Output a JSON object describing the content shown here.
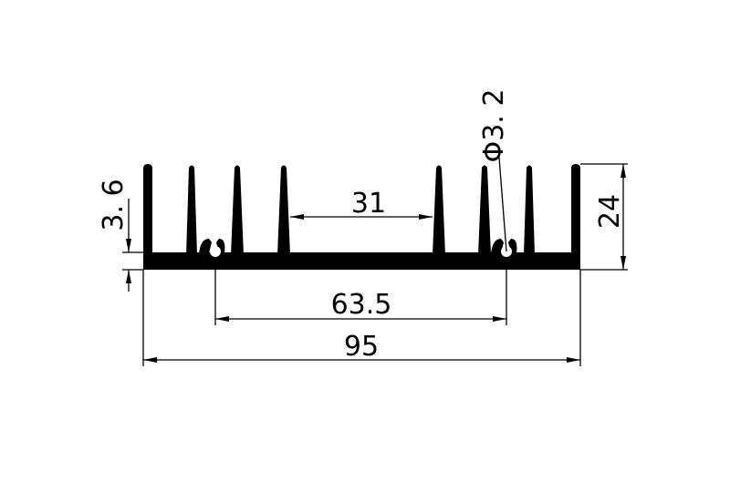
{
  "drawing": {
    "type": "heatsink-profile-cross-section",
    "fill_color": "#000000",
    "background": "#ffffff",
    "fin_count": 8,
    "hole_count": 2
  },
  "dimensions": {
    "overall_width": "95",
    "hole_spacing": "63.5",
    "center_gap": "31",
    "height": "24",
    "base_thickness": "3. 6",
    "hole_diameter": "Φ3. 2"
  }
}
